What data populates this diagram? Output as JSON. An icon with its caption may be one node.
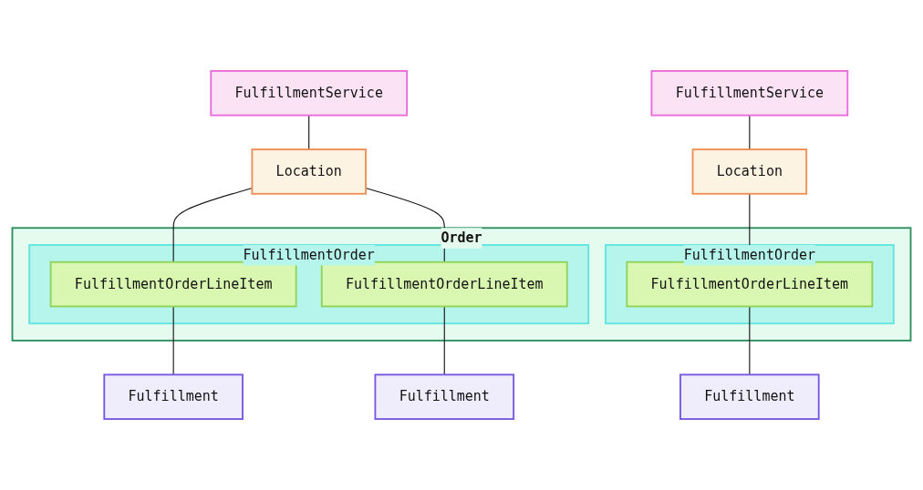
{
  "diagram": {
    "nodes": [
      {
        "text": [
          "FulfillmentService"
        ]
      },
      {
        "text": [
          "Location"
        ]
      },
      {
        "text": [
          "Order"
        ]
      },
      {
        "text": [
          "FulfillmentOrder"
        ],
        "in": 2
      },
      {
        "text": [
          "FulfillmentOrderLineItem"
        ],
        "in": 3
      },
      {
        "text": [
          "FulfillmentOrderLineItem"
        ],
        "in": 3
      },
      {
        "text": [
          "FulfillmentOrder"
        ],
        "in": 2
      },
      {
        "text": [
          "FulfillmentOrderLineItem"
        ],
        "in": 6
      },
      {
        "text": [
          "FulfillmentService"
        ]
      },
      {
        "text": [
          "Location"
        ]
      },
      {
        "text": [
          "Fulfillment"
        ]
      },
      {
        "text": [
          "Fulfillment"
        ]
      },
      {
        "text": [
          "Fulfillment"
        ]
      }
    ],
    "edges": [
      {
        "from": 0,
        "to": 1,
        "arrow": "none"
      },
      {
        "from": 1,
        "to": 4,
        "arrow": "none"
      },
      {
        "from": 1,
        "to": 5,
        "arrow": "none"
      },
      {
        "from": 5,
        "to": 10,
        "arrow": "none"
      },
      {
        "from": 4,
        "to": 11,
        "arrow": "none"
      },
      {
        "from": 8,
        "to": 9,
        "arrow": "none"
      },
      {
        "from": 9,
        "to": 7,
        "arrow": "none"
      },
      {
        "from": 7,
        "to": 12,
        "arrow": "none"
      }
    ]
  }
}
